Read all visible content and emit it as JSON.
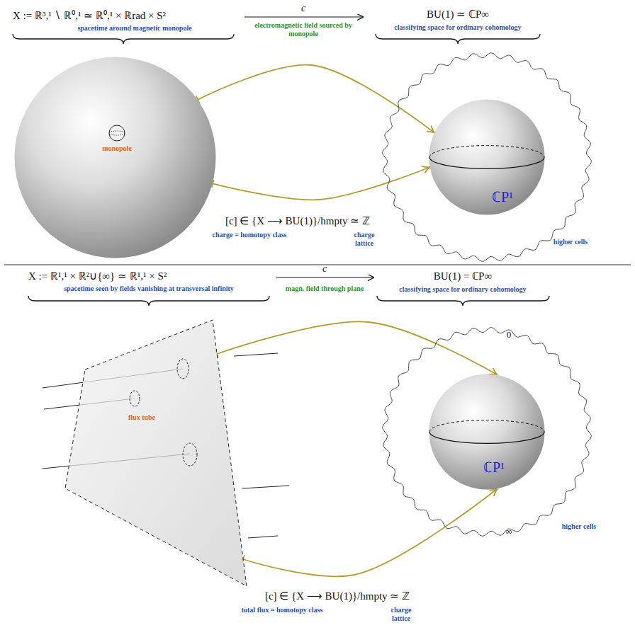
{
  "diagram": {
    "nodes": [
      {
        "text": [
          "monopole"
        ]
      },
      {
        "text": [
          "higher cells"
        ]
      },
      {
        "text": [
          "ℂP¹"
        ],
        "in": 1
      },
      {
        "text": [
          "flux tube"
        ]
      },
      {
        "text": [
          "higher cells"
        ]
      },
      {
        "text": [
          "ℂP¹"
        ],
        "in": 4
      }
    ],
    "edges": [
      {
        "from": 0,
        "to": 2,
        "arrow": "to"
      },
      {
        "from": 0,
        "to": 2,
        "arrow": "to"
      },
      {
        "from": 3,
        "to": 5,
        "arrow": "to"
      },
      {
        "from": 3,
        "to": 5,
        "arrow": "to"
      }
    ],
    "labels": [
      "X := ℝ³,¹ ∖ ℝ⁰,¹ ≃ ℝ⁰,¹ × ℝrad × S²",
      "spacetime around magnetic monopole",
      "c",
      "electromagnetic field sourced by monopole",
      "BU(1) ≃ ℂP∞",
      "classifying space for ordinary cohomology",
      "[c] ∈ {X ⟶ BU(1)}/hmpty ≃ ℤ",
      "charge = homotopy class",
      "charge lattice",
      "X := ℝ¹,¹ × ℝ²∪{∞} ≃ ℝ¹,¹ × S²",
      "spacetime seen by fields vanishing at transversal infinity",
      "c",
      "magn. field through plane",
      "BU(1) = ℂP∞",
      "classifying space for ordinary cohomology",
      "0",
      "∞",
      "[c] ∈ {X ⟶ BU(1)}/hmpty ≃ ℤ",
      "total flux = homotopy class",
      "charge lattice"
    ]
  }
}
